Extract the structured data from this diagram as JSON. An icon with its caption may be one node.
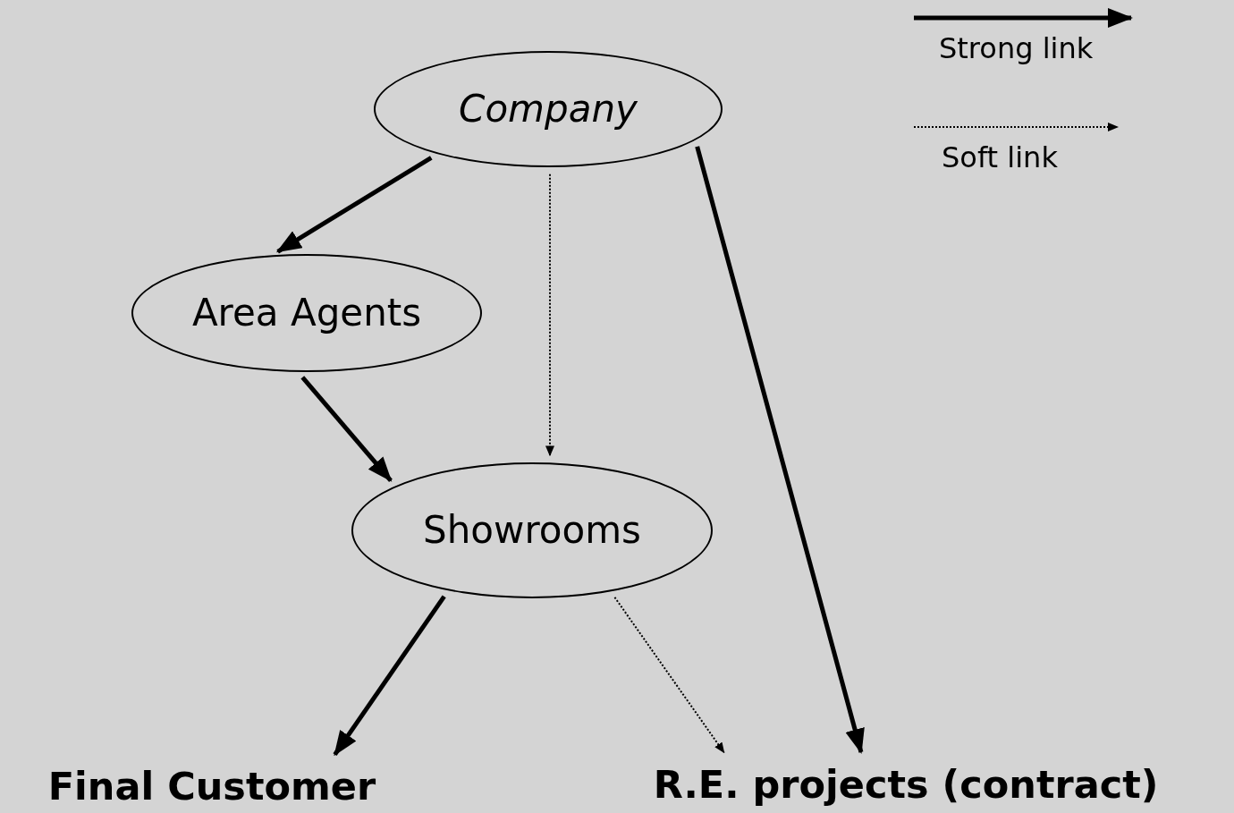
{
  "diagram": {
    "nodes": [
      {
        "text": [
          "Company"
        ]
      },
      {
        "text": [
          "Area Agents"
        ]
      },
      {
        "text": [
          "Showrooms"
        ]
      },
      {
        "text": [
          "Final Customer"
        ]
      },
      {
        "text": [
          "R.E. projects (contract)"
        ]
      }
    ],
    "edges": [
      {
        "from": 0,
        "to": 1,
        "arrow": "to"
      },
      {
        "from": 0,
        "to": 2,
        "arrow": "to",
        "style": "dashed"
      },
      {
        "from": 1,
        "to": 2,
        "arrow": "to"
      },
      {
        "from": 0,
        "to": 4,
        "arrow": "to"
      },
      {
        "from": 2,
        "to": 3,
        "arrow": "to"
      },
      {
        "from": 2,
        "to": 4,
        "arrow": "to",
        "style": "dashed"
      }
    ],
    "legend": [
      {
        "text": "Strong link"
      },
      {
        "text": "Soft link"
      }
    ]
  }
}
